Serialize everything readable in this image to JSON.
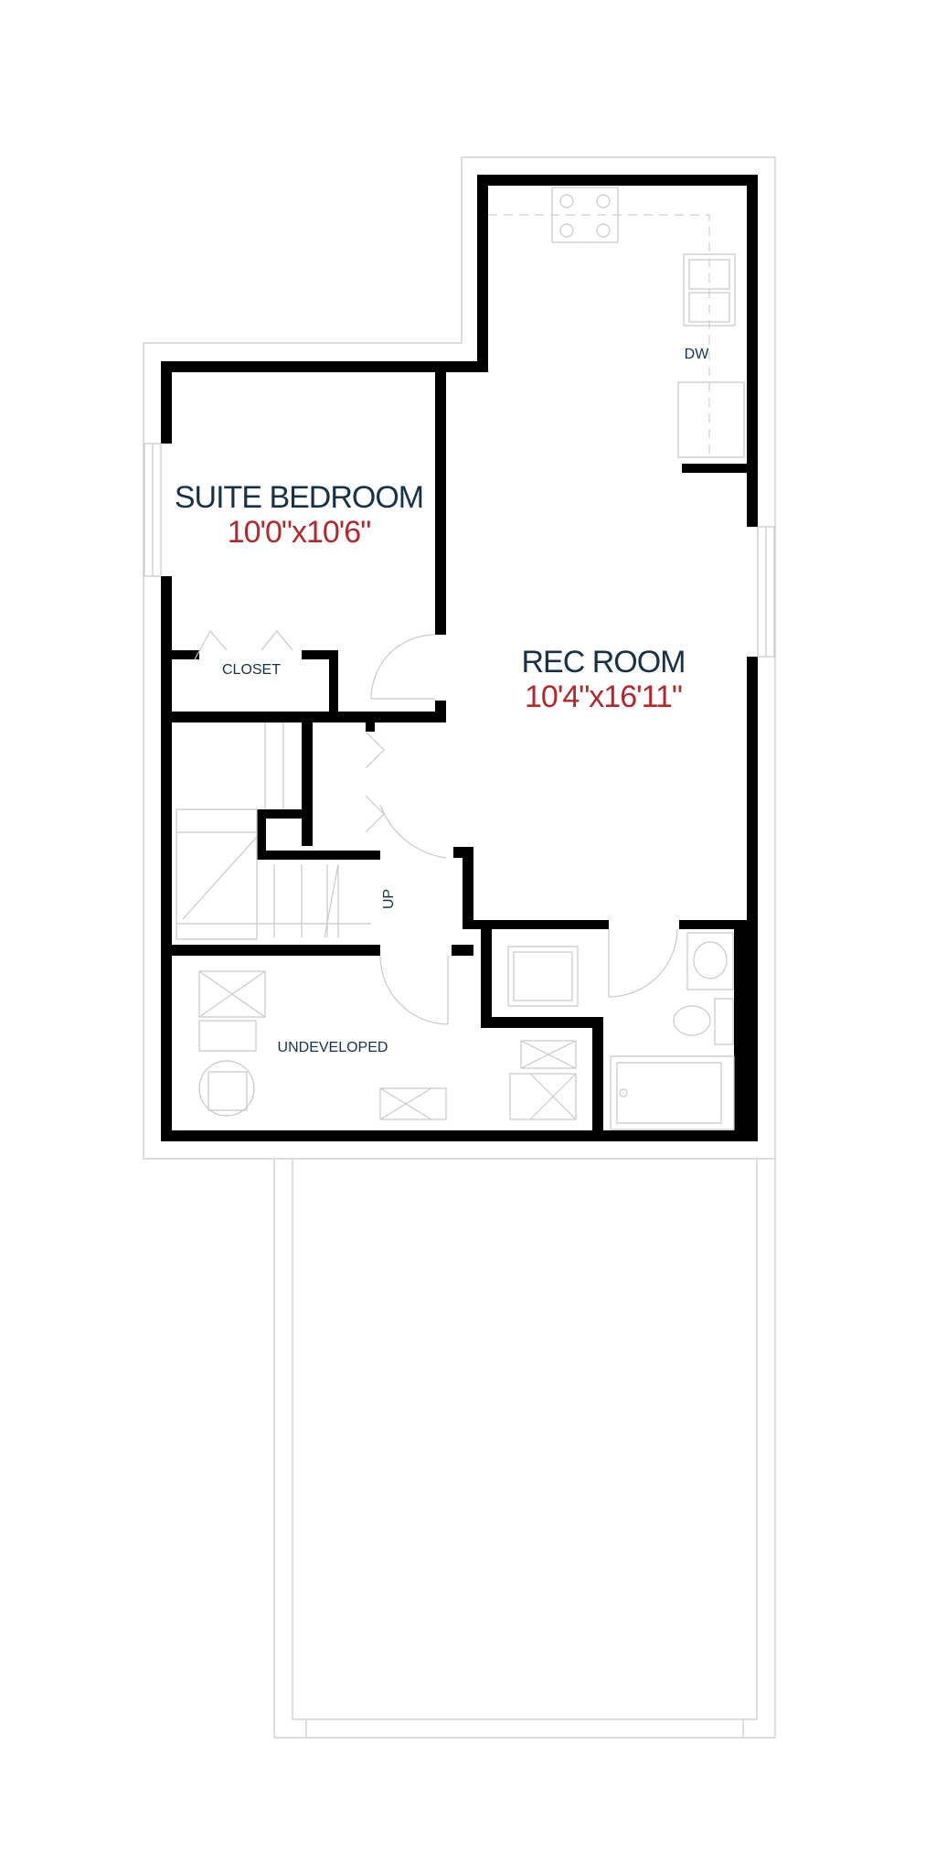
{
  "rooms": {
    "suite_bedroom": {
      "name": "SUITE BEDROOM",
      "dimensions": "10'0\"x10'6\""
    },
    "rec_room": {
      "name": "REC ROOM",
      "dimensions": "10'4\"x16'11\""
    },
    "closet": {
      "name": "CLOSET"
    },
    "undeveloped": {
      "name": "UNDEVELOPED"
    }
  },
  "fixtures": {
    "dishwasher": "DW",
    "stairs": "UP"
  },
  "colors": {
    "wall": "#000000",
    "room_name": "#16324a",
    "dimension": "#b3272d",
    "outline": "#c9c9c9"
  }
}
